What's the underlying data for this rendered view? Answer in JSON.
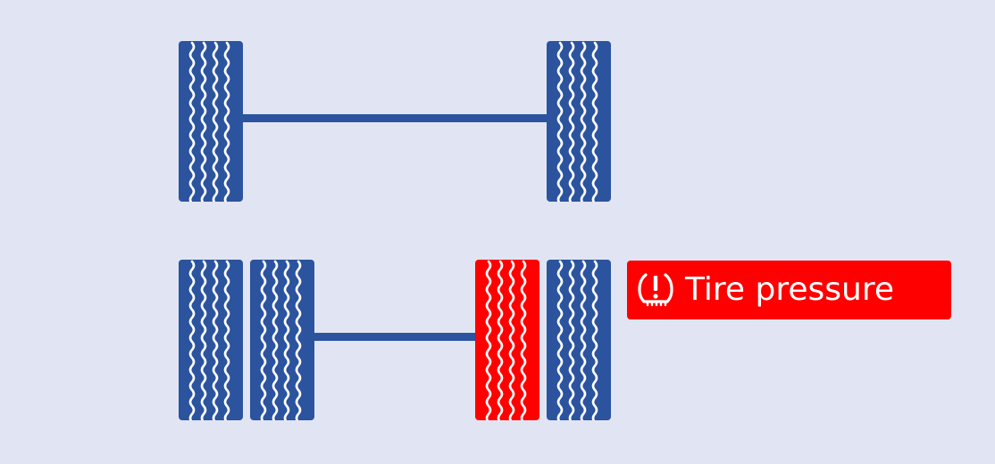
{
  "colors": {
    "background": "#e1e5f3",
    "tire_normal": "#2b539e",
    "tire_alert": "#ff0000",
    "tread": "#ffffff",
    "axle": "#2b539e"
  },
  "front_axle": {
    "tires": [
      {
        "position": "front-left",
        "status": "normal"
      },
      {
        "position": "front-right",
        "status": "normal"
      }
    ]
  },
  "rear_axle": {
    "tires": [
      {
        "position": "rear-left-outer",
        "status": "normal"
      },
      {
        "position": "rear-left-inner",
        "status": "normal"
      },
      {
        "position": "rear-right-inner",
        "status": "alert"
      },
      {
        "position": "rear-right-outer",
        "status": "normal"
      }
    ]
  },
  "warning": {
    "icon": "tire-pressure-warning-icon",
    "label": "Tire pressure"
  }
}
